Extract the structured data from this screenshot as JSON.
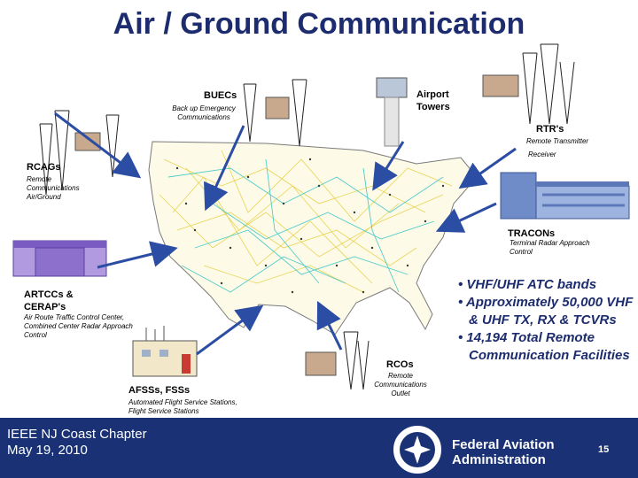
{
  "title": "Air / Ground Communication",
  "labels": {
    "buecs": {
      "name": "BUECs",
      "desc": "Back up Emergency Communications"
    },
    "airport_towers": {
      "name": "Airport Towers"
    },
    "rtrs": {
      "name": "RTR's",
      "desc_line1": "Remote Transmitter",
      "desc_line2": "Receiver"
    },
    "rcags": {
      "name": "RCAGs",
      "desc": "Remote Communications Air/Ground"
    },
    "tracons": {
      "name": "TRACONs",
      "desc": "Terminal Radar Approach Control"
    },
    "artccs": {
      "name": "ARTCCs & CERAP's",
      "desc": "Air Route Traffic Control Center, Combined Center Radar Approach Control"
    },
    "afsss": {
      "name": "AFSSs, FSSs",
      "desc": "Automated Flight Service Stations, Flight Service Stations"
    },
    "rcos": {
      "name": "RCOs",
      "desc": "Remote Communications Outlet"
    }
  },
  "bullets": [
    "• VHF/UHF ATC bands",
    "• Approximately  50,000 VHF & UHF TX, RX & TCVRs",
    "• 14,194 Total Remote Communication Facilities"
  ],
  "footer": {
    "left_line1": "IEEE NJ Coast Chapter",
    "left_line2": "May 19, 2010",
    "right_line1": "Federal Aviation",
    "right_line2": "Administration",
    "page_number": "15"
  },
  "colors": {
    "title": "#1d2c6e",
    "footer_bg": "#1a3275",
    "arrow": "#2b4da3",
    "building_blue": "#6f8cc8",
    "building_purple": "#7a5bc1",
    "map_links_yellow": "#e6cf44",
    "map_links_cyan": "#3fc6c6"
  },
  "icons": [
    "antenna-tower-icon",
    "control-tower-icon",
    "office-building-icon",
    "shelter-hut-icon",
    "faa-seal-icon"
  ]
}
